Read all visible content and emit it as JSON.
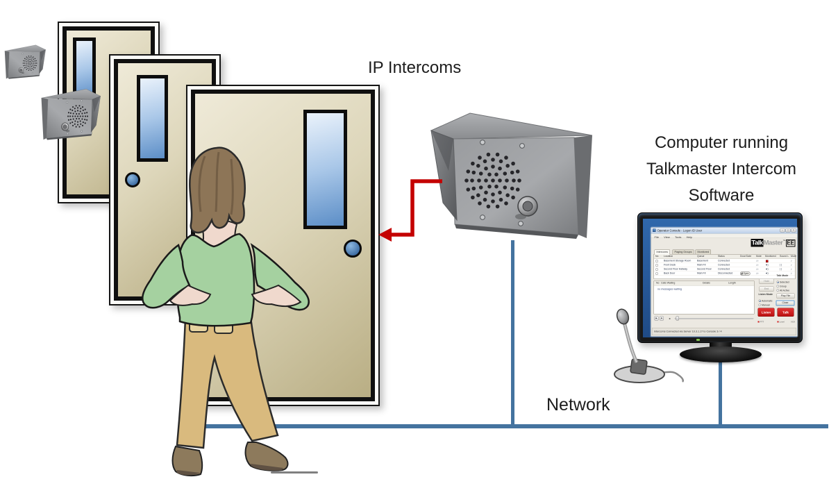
{
  "labels": {
    "ip_intercoms": "IP Intercoms",
    "computer_line1": "Computer running",
    "computer_line2": "Talkmaster Intercom",
    "computer_line3": "Software",
    "network": "Network"
  },
  "colors": {
    "network_line": "#44739f",
    "arrow_red": "#c40000",
    "door_tan": "#d8d1b4",
    "window_blue": "#6d9bd1",
    "knob_blue": "#4a7aae",
    "listen_talk_red": "#bb1111"
  },
  "app": {
    "title": "Operator Console - Logon ID User",
    "window_buttons": {
      "minimize": "–",
      "maximize": "□",
      "close": "×"
    },
    "menu": [
      "File",
      "View",
      "Tools",
      "Help"
    ],
    "logo": {
      "talk": "Talk",
      "master": "Master",
      "tm": "™",
      "ee": "EE"
    },
    "tabs": [
      "Intercoms",
      "Paging Groups",
      "Monitored"
    ],
    "table": {
      "headers": [
        "No",
        "Location",
        "Queue",
        "Status",
        "Door/Gate",
        "Mute",
        "Monitored",
        "Sound L",
        "Mute"
      ],
      "rows": [
        {
          "location": "Basement Storage Room",
          "queue": "Basement",
          "status": "Connected"
        },
        {
          "location": "Front Desk",
          "queue": "Main Flr",
          "status": "Connected"
        },
        {
          "location": "Second Floor Hallway",
          "queue": "Second Floor",
          "status": "Connected"
        },
        {
          "location": "Back Door",
          "queue": "Main Flr",
          "status": "Disconnected",
          "door_gate": "Open"
        }
      ]
    },
    "icons": {
      "note": "♪♪",
      "note_single": "♪",
      "speaker": "◄)",
      "sound": "| )",
      "play": "▶",
      "stop": "■",
      "rewind": "◄"
    },
    "calls": {
      "headers": [
        "No",
        "Calls Waiting",
        "Details",
        "Length"
      ],
      "empty_text": "no messages waiting"
    },
    "buttons": {
      "hold": "Hold",
      "end": "End",
      "play_file": "Play File",
      "close": "Close",
      "listen": "Listen",
      "talk": "Talk"
    },
    "listen_mode": {
      "label": "Listen Mode",
      "options": [
        "Automatic",
        "Manual"
      ],
      "selected": "Automatic"
    },
    "talk_mode": {
      "label": "Talk Mode",
      "options": [
        "Selected",
        "Group",
        "All Active"
      ],
      "selected": "Selected"
    },
    "indicators": {
      "ptt": "PTT",
      "level": "Level",
      "vox": "VOX"
    },
    "status_bar": "Intercoms Connected via Server 10.3.1.17 to Console 3 / 4"
  }
}
